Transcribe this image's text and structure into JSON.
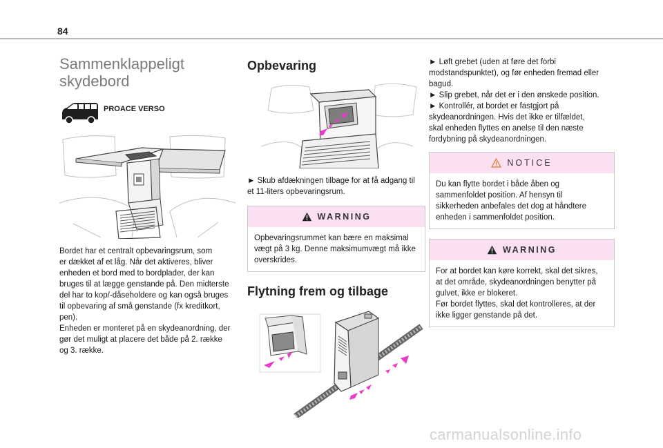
{
  "header": {
    "page_number": "84"
  },
  "left": {
    "title_line1": "Sammenklappeligt",
    "title_line2": "skydebord",
    "model": "PROACE VERSO",
    "paragraph_lines": [
      "Bordet har et centralt opbevaringsrum, som",
      "er dækket af et låg. Når det aktiveres, bliver",
      "enheden et bord med to bordplader, der kan",
      "bruges til at lægge genstande på. Den midterste",
      "del har to kop/-dåseholdere og kan også bruges",
      "til opbevaring af små genstande (fx kreditkort,",
      "pen).",
      "Enheden er monteret på en skydeanordning, der",
      "gør det muligt at placere det både på 2. række",
      "og 3. række."
    ]
  },
  "middle": {
    "section1_title": "Opbevaring",
    "section1_lines": [
      "►  Skub afdækningen tilbage for at få adgang til",
      "et 11-liters opbevaringsrum."
    ],
    "warning1": {
      "label": "WARNING",
      "lines": [
        "Opbevaringsrummet kan bære en maksimal",
        "vægt på 3 kg. Denne maksimumvægt må ikke",
        "overskrides."
      ]
    },
    "section2_title": "Flytning frem og tilbage"
  },
  "right": {
    "instruction_lines": [
      "►  Løft grebet (uden at føre det forbi",
      "modstandspunktet), og før enheden fremad eller",
      "bagud.",
      "►  Slip grebet, når det er i den ønskede position.",
      "►  Kontrollér, at bordet er fastgjort på",
      "skydeanordningen. Hvis det ikke er tilfældet,",
      "skal enheden flyttes en anelse til den næste",
      "fordybning på skydeanordningen."
    ],
    "notice": {
      "label": "NOTICE",
      "lines": [
        "Du kan flytte bordet i både åben og",
        "sammenfoldet position. Af hensyn til",
        "sikkerheden anbefales det dog at håndtere",
        "enheden i sammenfoldet position."
      ]
    },
    "warning2": {
      "label": "WARNING",
      "lines": [
        "For at bordet kan køre korrekt, skal det sikres,",
        "at det område, skydeanordningen benytter på",
        "gulvet, ikke er blokeret.",
        "Før bordet flyttes, skal det kontrolleres, at der",
        "ikke ligger genstande på det."
      ]
    }
  },
  "footer": {
    "watermark": "carmanualsonline.info"
  },
  "colors": {
    "callout_header": "#fbe0f3",
    "arrow": "#e83cc8",
    "title_gray": "#7a7a7a"
  }
}
